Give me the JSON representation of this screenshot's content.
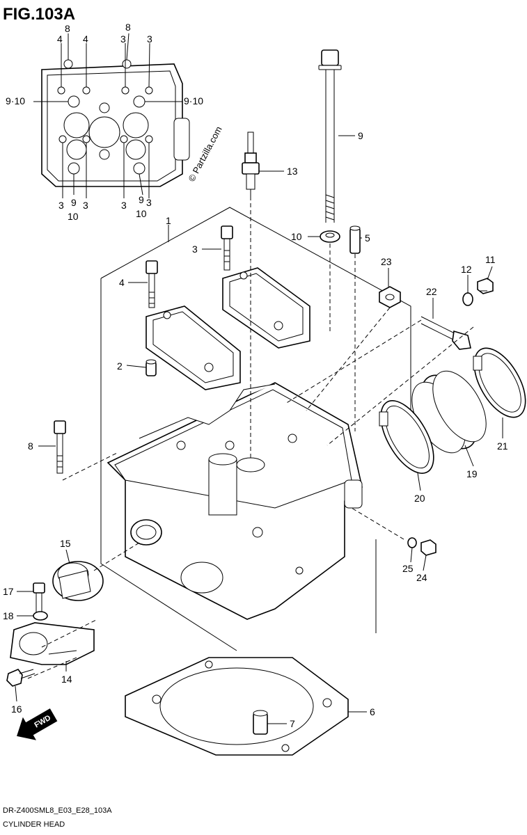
{
  "figure": {
    "title": "FIG.103A",
    "watermark": "© Partzilla.com",
    "model_code": "DR-Z400SML8_E03_E28_103A",
    "caption": "CYLINDER HEAD",
    "fwd_label": "FWD"
  },
  "callouts": [
    {
      "id": "c-1",
      "label": "1"
    },
    {
      "id": "c-2",
      "label": "2"
    },
    {
      "id": "c-3",
      "label": "3"
    },
    {
      "id": "c-4",
      "label": "4"
    },
    {
      "id": "c-5",
      "label": "5"
    },
    {
      "id": "c-6",
      "label": "6"
    },
    {
      "id": "c-7",
      "label": "7"
    },
    {
      "id": "c-8",
      "label": "8"
    },
    {
      "id": "c-9",
      "label": "9"
    },
    {
      "id": "c-10",
      "label": "10"
    },
    {
      "id": "c-11",
      "label": "11"
    },
    {
      "id": "c-12",
      "label": "12"
    },
    {
      "id": "c-13",
      "label": "13"
    },
    {
      "id": "c-14",
      "label": "14"
    },
    {
      "id": "c-15",
      "label": "15"
    },
    {
      "id": "c-16",
      "label": "16"
    },
    {
      "id": "c-17",
      "label": "17"
    },
    {
      "id": "c-18",
      "label": "18"
    },
    {
      "id": "c-19",
      "label": "19"
    },
    {
      "id": "c-20",
      "label": "20"
    },
    {
      "id": "c-21",
      "label": "21"
    },
    {
      "id": "c-22",
      "label": "22"
    },
    {
      "id": "c-23",
      "label": "23"
    },
    {
      "id": "c-24",
      "label": "24"
    },
    {
      "id": "c-25",
      "label": "25"
    }
  ],
  "inset_callouts": [
    {
      "id": "i-8a",
      "label": "8"
    },
    {
      "id": "i-4a",
      "label": "4"
    },
    {
      "id": "i-4b",
      "label": "4"
    },
    {
      "id": "i-8b",
      "label": "8"
    },
    {
      "id": "i-3a",
      "label": "3"
    },
    {
      "id": "i-3b",
      "label": "3"
    },
    {
      "id": "i-910a",
      "label": "9·10"
    },
    {
      "id": "i-910b",
      "label": "9·10"
    },
    {
      "id": "i-3c",
      "label": "3"
    },
    {
      "id": "i-9a",
      "label": "9"
    },
    {
      "id": "i-3d",
      "label": "3"
    },
    {
      "id": "i-10a",
      "label": "10"
    },
    {
      "id": "i-3e",
      "label": "3"
    },
    {
      "id": "i-9b",
      "label": "9"
    },
    {
      "id": "i-3f",
      "label": "3"
    },
    {
      "id": "i-10b",
      "label": "10"
    }
  ]
}
